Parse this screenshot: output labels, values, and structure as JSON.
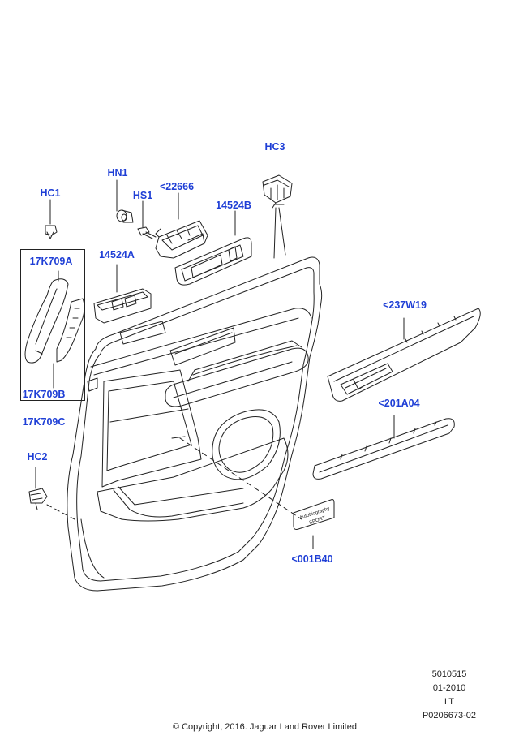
{
  "callouts": {
    "hc3": "HC3",
    "hn1": "HN1",
    "c22666": "<22666",
    "hc1": "HC1",
    "hs1": "HS1",
    "c14524b": "14524B",
    "c17k709a": "17K709A",
    "c14524a": "14524A",
    "c237w19": "<237W19",
    "c17k709b": "17K709B",
    "c17k709c": "17K709C",
    "c201a04": "<201A04",
    "hc2": "HC2",
    "c001b40": "<001B40"
  },
  "meta": {
    "code": "5010515",
    "date": "01-2010",
    "side": "LT",
    "part_ref": "P0206673-02"
  },
  "copyright": "© Copyright, 2016. Jaguar Land Rover Limited.",
  "badge_text": [
    "Autobiography",
    "SPORT"
  ],
  "colors": {
    "callout": "#1f3fd6",
    "line": "#222222"
  }
}
